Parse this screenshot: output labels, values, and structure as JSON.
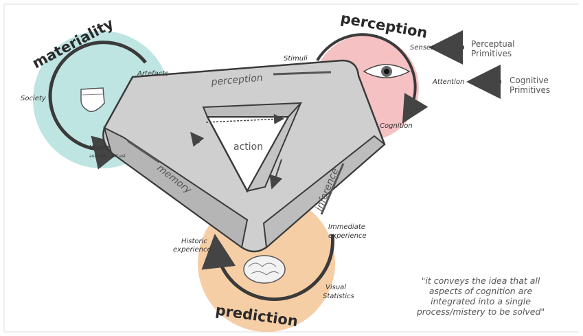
{
  "materiality": {
    "title": "materiality",
    "artefacts": "Artefacts",
    "society": "Society",
    "world": "World",
    "world_sub": "and soils, delt est"
  },
  "perception": {
    "title": "perception",
    "stimuli": "Stimuli",
    "senses": "Senses",
    "attention": "Attention",
    "cognition": "Cognition",
    "perceptual_primitives": [
      "Perceptual",
      "Primitives"
    ],
    "cognitive_primitives": [
      "Cognitive",
      "Primitives"
    ]
  },
  "prediction": {
    "title": "prediction",
    "historic_experience": [
      "Historic",
      "experience"
    ],
    "immediate_experience": [
      "Immediate",
      "experience"
    ],
    "visual_statistics": [
      "Visual",
      "Statistics"
    ]
  },
  "triangle": {
    "perception_side": "perception",
    "memory_side": "memory",
    "inference_side": "inference",
    "center": "action"
  },
  "quote": [
    "\"it conveys the idea that all",
    "aspects of cognition are",
    "integrated into a single",
    "process/mistery to be solved\""
  ],
  "colors": {
    "materiality_circle": "#bfe5e3",
    "perception_circle": "#f5c1c3",
    "prediction_circle": "#f6cea5",
    "triangle_face": "#cfcfcf",
    "triangle_side": "#b5b5b5",
    "outline": "#3a3a3a"
  }
}
